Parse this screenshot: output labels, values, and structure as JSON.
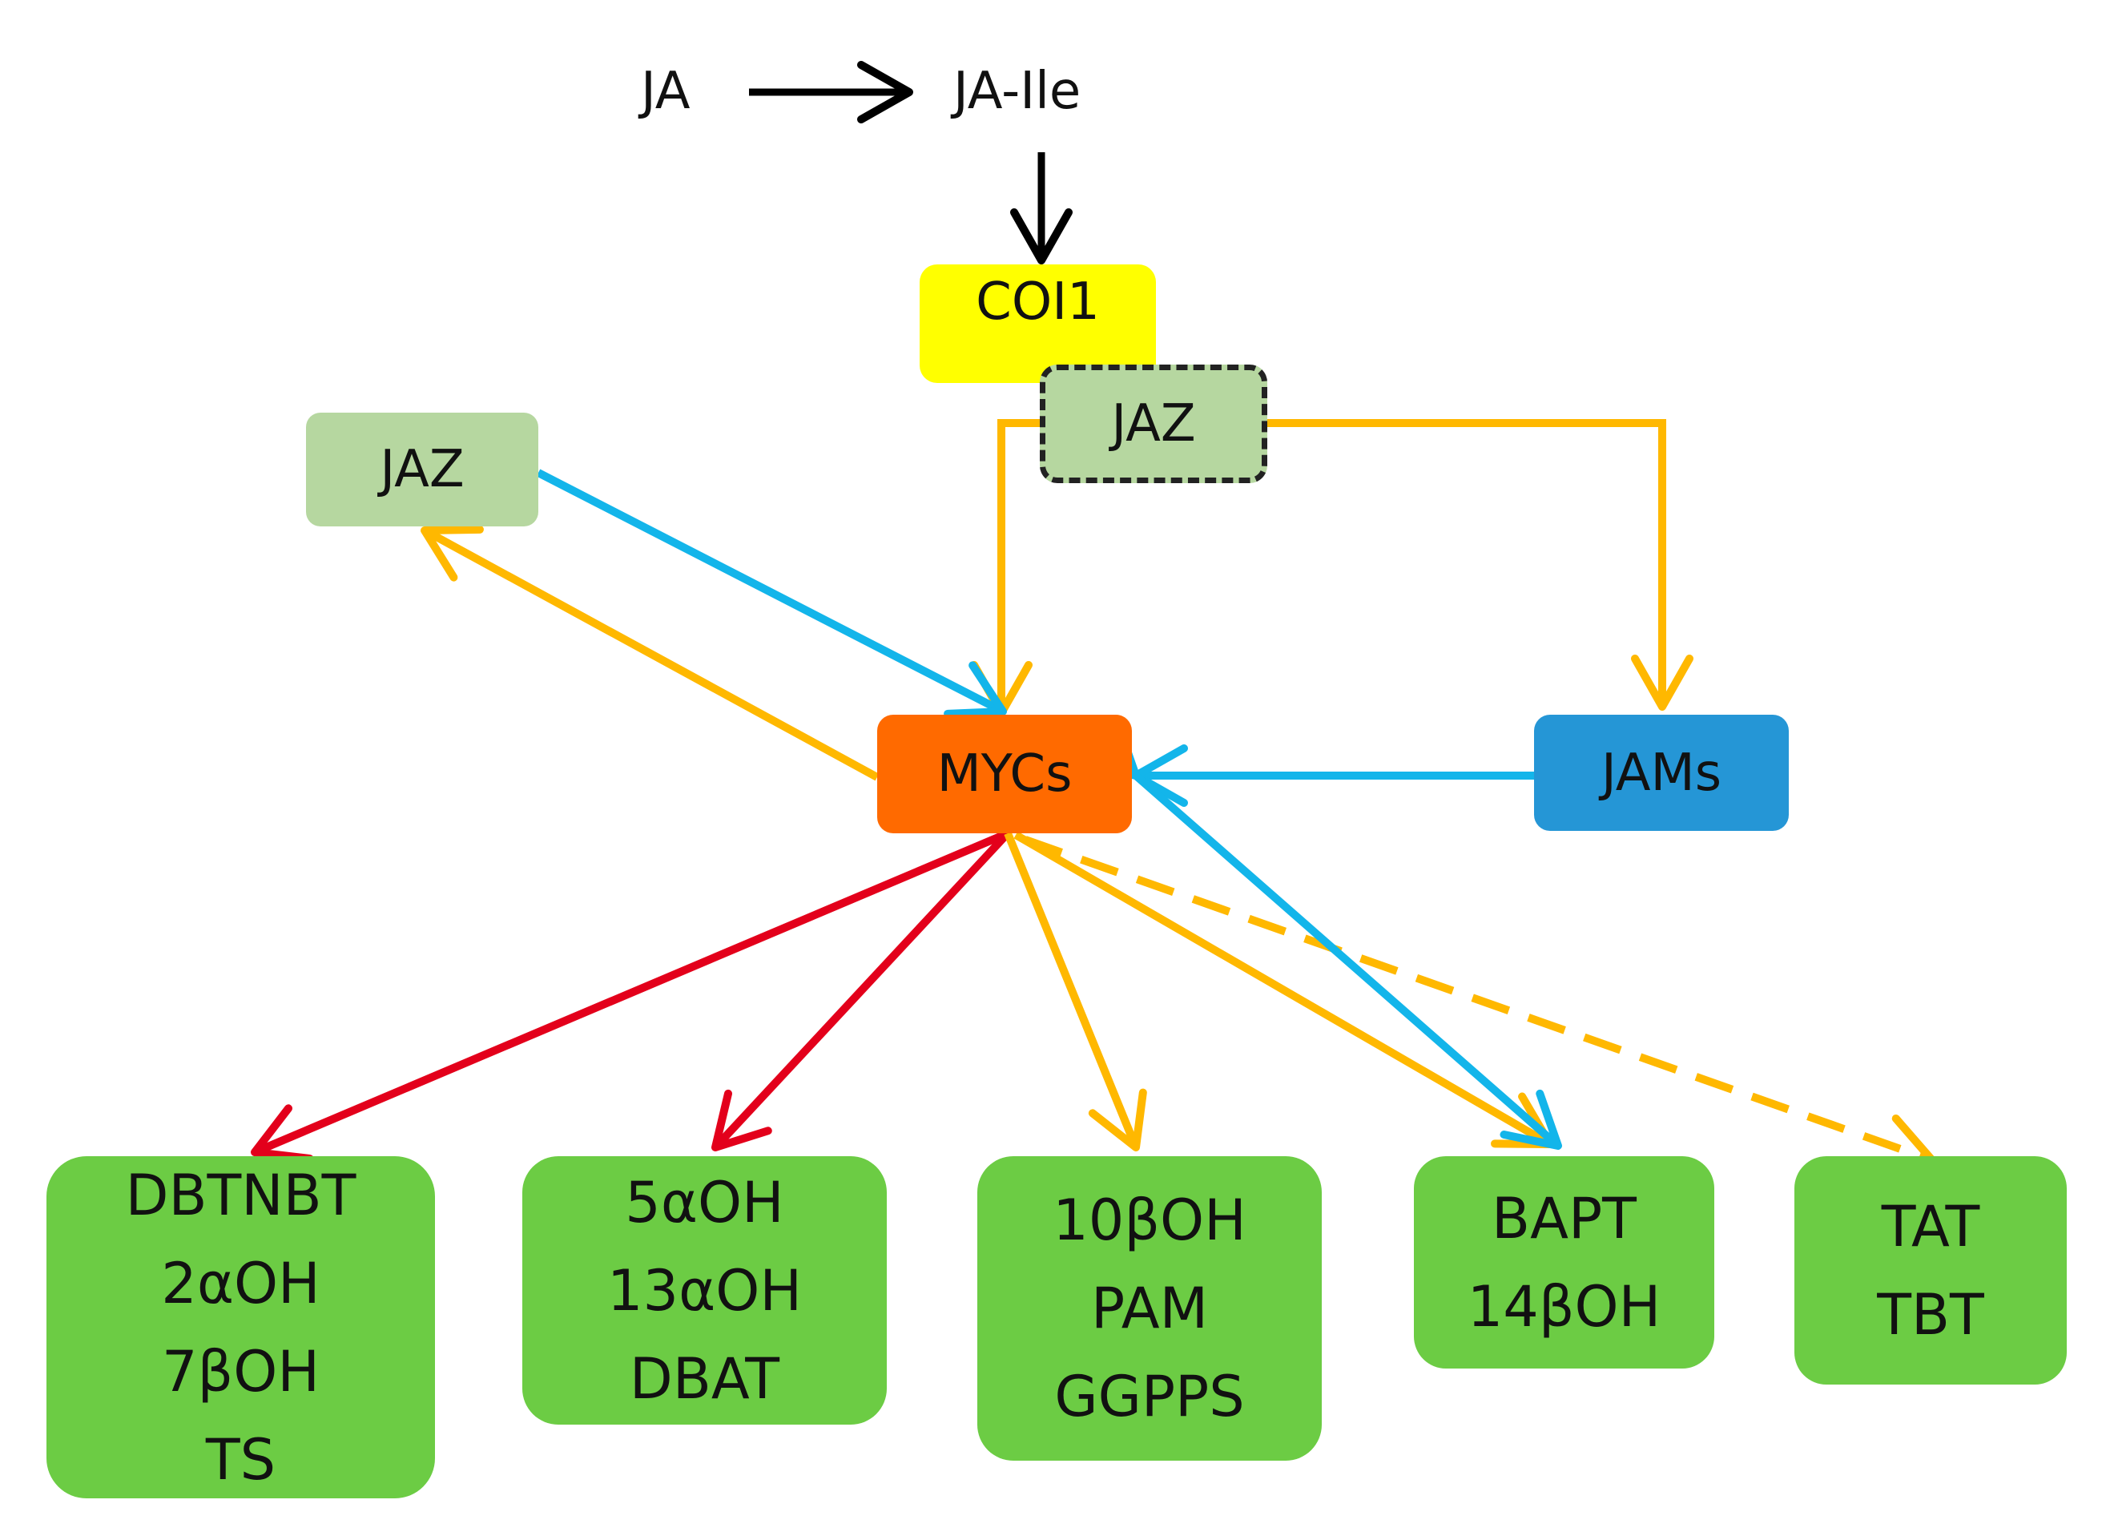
{
  "labels": {
    "ja": "JA",
    "ja_ile": "JA-Ile"
  },
  "nodes": {
    "coi1": "COI1",
    "jaz_bound": "JAZ",
    "jaz_free": "JAZ",
    "mycs": "MYCs",
    "jams": "JAMs"
  },
  "gene_groups": [
    [
      "DBTNBT",
      "2αOH",
      "7βOH",
      "TS"
    ],
    [
      "5αOH",
      "13αOH",
      "DBAT"
    ],
    [
      "10βOH",
      "PAM",
      "GGPPS"
    ],
    [
      "BAPT",
      "14βOH"
    ],
    [
      "TAT",
      "TBT"
    ]
  ],
  "colors": {
    "yellow": "#ffff00",
    "jaz_green": "#b6d7a0",
    "myc_orange": "#ff6a00",
    "jams_blue": "#2596d6",
    "gene_green": "#6ccc44",
    "arrow_orange": "#ffb800",
    "arrow_blue": "#13b5ea",
    "arrow_red": "#e3001b",
    "arrow_black": "#000000"
  }
}
